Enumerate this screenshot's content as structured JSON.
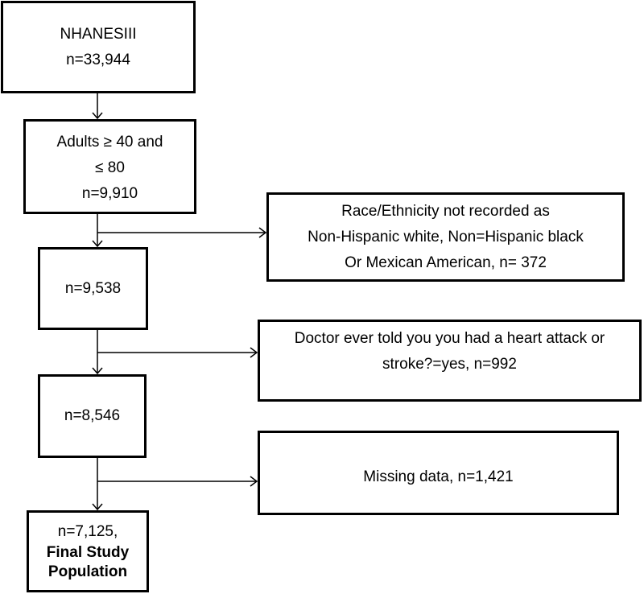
{
  "flowchart": {
    "nhanes_box": {
      "title": "NHANESIII",
      "count": "n=33,944"
    },
    "adults_box": {
      "line1": "Adults ≥ 40 and",
      "line2": "≤ 80",
      "count": "n=9,910"
    },
    "step3_box": {
      "count": "n=9,538"
    },
    "step4_box": {
      "count": "n=8,546"
    },
    "final_box": {
      "count": "n=7,125,",
      "label_line1": "Final Study",
      "label_line2": "Population"
    },
    "exclusion_race": {
      "line1": "Race/Ethnicity not recorded as",
      "line2": "Non-Hispanic white, Non=Hispanic black",
      "line3": "Or Mexican American, n= 372"
    },
    "exclusion_cvd": {
      "line1": "Doctor ever told you you had a heart attack or",
      "line2": "stroke?=yes, n=992"
    },
    "exclusion_missing": {
      "text": "Missing data, n=1,421"
    }
  }
}
